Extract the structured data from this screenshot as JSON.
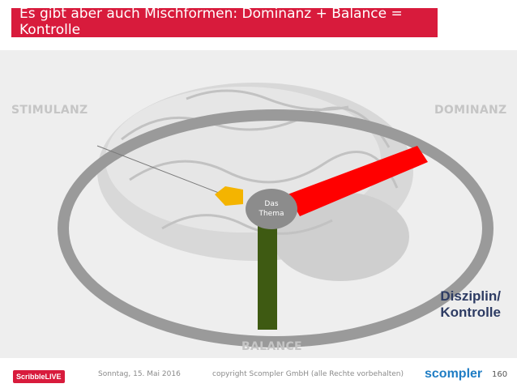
{
  "title": "Es gibt aber auch Mischformen: Dominanz + Balance = Kontrolle",
  "labels": {
    "stimulanz": "STIMULANZ",
    "dominanz": "DOMINANZ",
    "balance": "BALANCE",
    "disziplin_line1": "Disziplin/",
    "disziplin_line2": "Kontrolle"
  },
  "center": {
    "line1": "Das",
    "line2": "Thema"
  },
  "footer": {
    "left_logo": "ScribbleLIVE",
    "date": "Sonntag, 15. Mai 2016",
    "copyright": "copyright Scompler GmbH (alle Rechte vorbehalten)",
    "right_logo": "scompler",
    "page": "160"
  },
  "colors": {
    "brand_red": "#d81b3c",
    "dominanz_arm": "#ff0000",
    "balance_arm": "#3e5a12",
    "stimulanz_arm": "#f4b400",
    "ring": "#9a9a9a"
  }
}
